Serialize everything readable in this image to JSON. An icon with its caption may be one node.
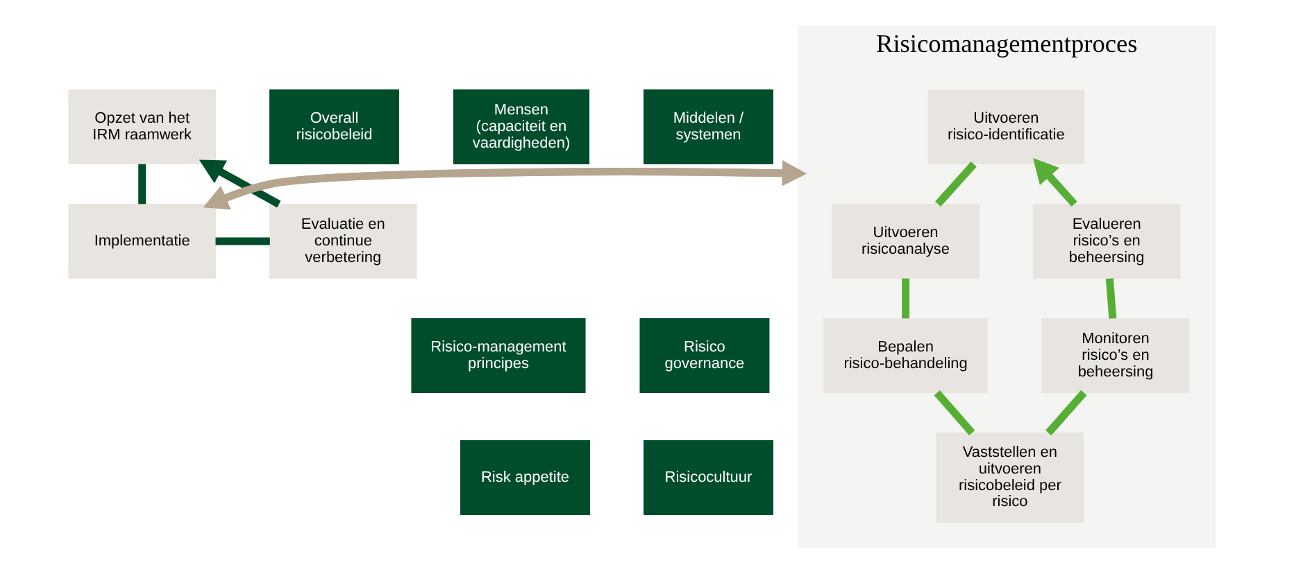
{
  "diagram": {
    "nodes": [
      {
        "text": [
          "Opzet van het IRM raamwerk"
        ]
      },
      {
        "text": [
          "Evaluatie en continue verbetering"
        ]
      },
      {
        "text": [
          "Implementatie"
        ]
      },
      {
        "text": [
          "Risico-management principes"
        ]
      },
      {
        "text": [
          "Risico governance"
        ]
      },
      {
        "text": [
          "Risk appetite"
        ]
      },
      {
        "text": [
          "Risicocultuur"
        ]
      },
      {
        "text": [
          "Overall risicobeleid"
        ]
      },
      {
        "text": [
          "Mensen (capaciteit en vaardigheden)"
        ]
      },
      {
        "text": [
          "Middelen / systemen"
        ]
      },
      {
        "text": [
          "Risicomanagementproces"
        ]
      },
      {
        "text": [
          "Uitvoeren risico-identificatie"
        ],
        "in": 10
      },
      {
        "text": [
          "Evalueren risico’s en beheersing"
        ],
        "in": 10
      },
      {
        "text": [
          "Uitvoeren risicoanalyse"
        ],
        "in": 10
      },
      {
        "text": [
          "Monitoren risico’s en beheersing"
        ],
        "in": 10
      },
      {
        "text": [
          "Bepalen risico-behandeling"
        ],
        "in": 10
      },
      {
        "text": [
          "Vaststellen en uitvoeren risicobeleid per risico"
        ],
        "in": 10
      }
    ],
    "edges": [
      {
        "from": 1,
        "to": 0,
        "arrow": "to",
        "color": "#004d2c"
      },
      {
        "from": 0,
        "to": 2,
        "arrow": "none",
        "color": "#004d2c"
      },
      {
        "from": 2,
        "to": 1,
        "arrow": "none",
        "color": "#004d2c"
      },
      {
        "from": 2,
        "to": 10,
        "arrow": "to",
        "color": "#b5a58f"
      },
      {
        "from": 10,
        "to": 2,
        "arrow": "to",
        "color": "#b5a58f"
      },
      {
        "from": 11,
        "to": 13,
        "arrow": "none"
      },
      {
        "from": 13,
        "to": 15,
        "arrow": "none"
      },
      {
        "from": 15,
        "to": 16,
        "arrow": "none"
      },
      {
        "from": 16,
        "to": 14,
        "arrow": "none"
      },
      {
        "from": 14,
        "to": 12,
        "arrow": "none"
      },
      {
        "from": 12,
        "to": 11,
        "arrow": "to"
      }
    ]
  }
}
